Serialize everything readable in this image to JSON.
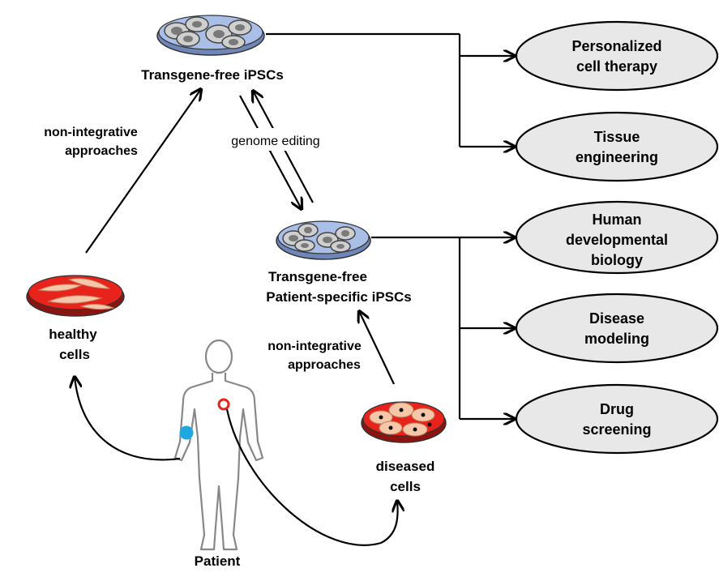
{
  "nodes": {
    "transgene_free": "Transgene-free iPSCs",
    "patient_specific_line1": "Transgene-free",
    "patient_specific_line2": "Patient-specific iPSCs",
    "healthy_line1": "healthy",
    "healthy_line2": "cells",
    "diseased_line1": "diseased",
    "diseased_line2": "cells",
    "patient": "Patient"
  },
  "edges": {
    "non_integrative_left_line1": "non-integrative",
    "non_integrative_left_line2": "approaches",
    "non_integrative_right_line1": "non-integrative",
    "non_integrative_right_line2": "approaches",
    "genome_editing": "genome editing"
  },
  "applications": [
    {
      "line1": "Personalized",
      "line2": "cell therapy",
      "line3": ""
    },
    {
      "line1": "Tissue",
      "line2": "engineering",
      "line3": ""
    },
    {
      "line1": "Human",
      "line2": "developmental",
      "line3": "biology"
    },
    {
      "line1": "Disease",
      "line2": "modeling",
      "line3": ""
    },
    {
      "line1": "Drug",
      "line2": "screening",
      "line3": ""
    }
  ],
  "colors": {
    "ipsc_dish": "#9bb3e0",
    "red_dish": "#e8231c",
    "cell_pink": "#f5c6a8",
    "ellipse_fill": "#e8e8e8",
    "body_outline": "#888888",
    "marker_blue": "#1ea7e0",
    "marker_red": "#e8231c"
  }
}
